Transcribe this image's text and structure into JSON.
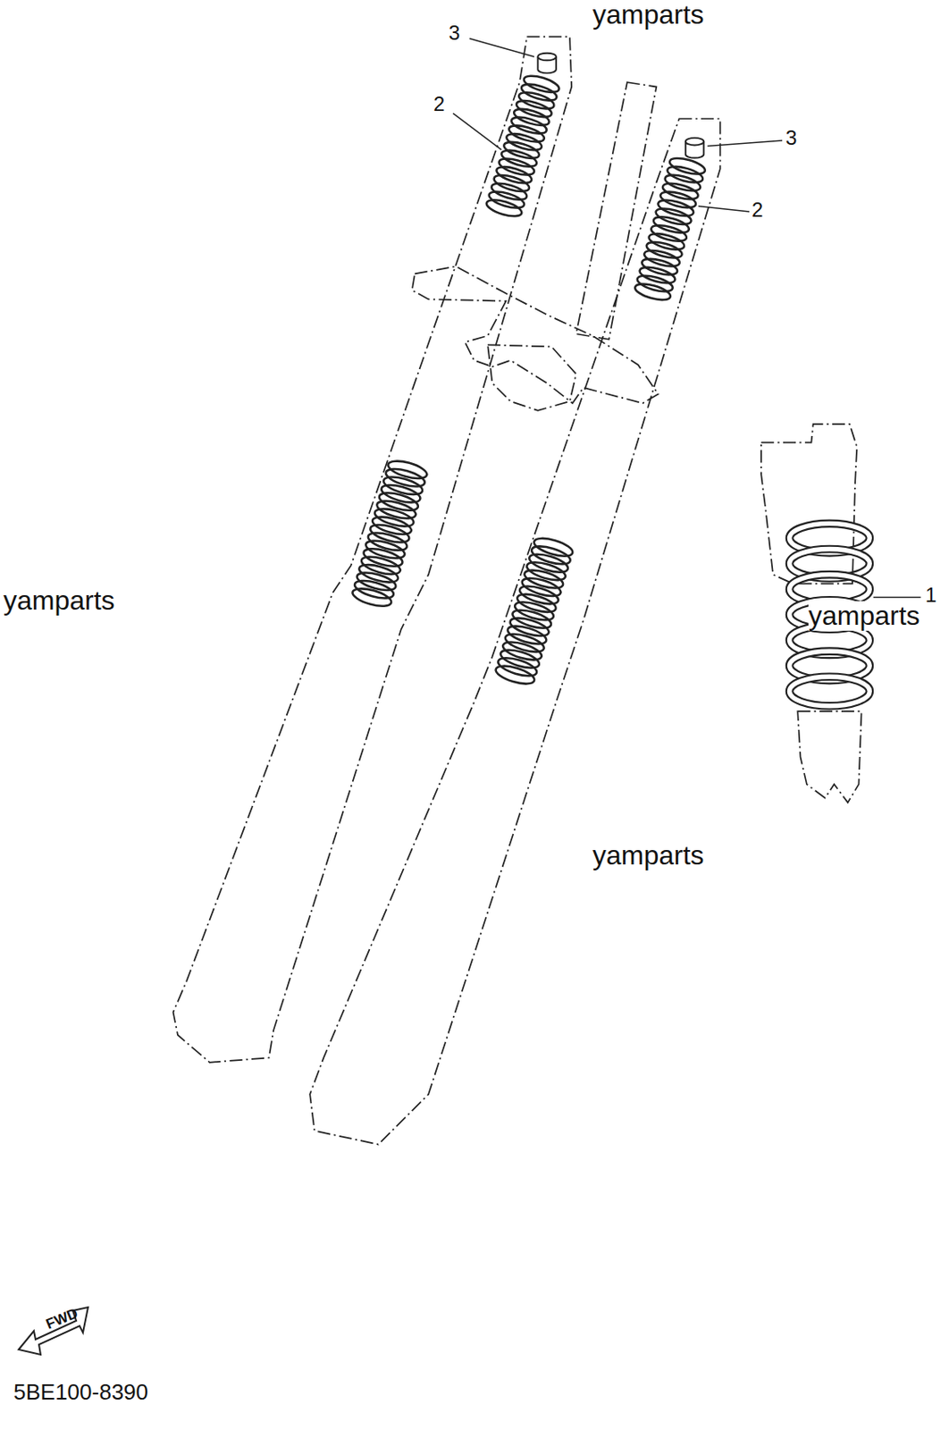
{
  "diagram": {
    "labels": [
      "yamparts",
      "3",
      "2",
      "3",
      "2",
      "yamparts",
      "yamparts",
      "1",
      "yamparts",
      "FWD",
      "5BE100-8390"
    ]
  }
}
